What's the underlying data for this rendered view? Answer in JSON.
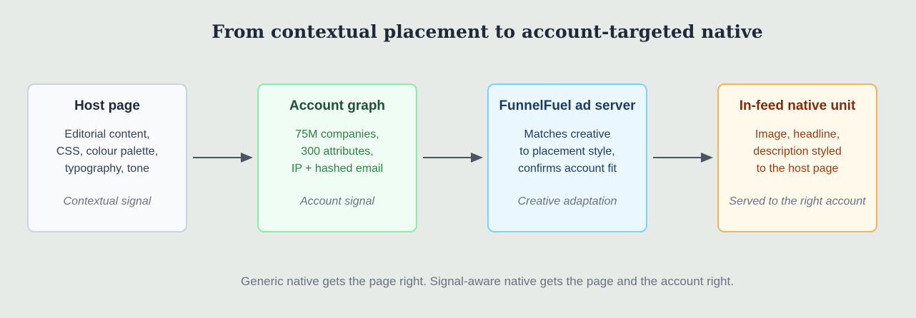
{
  "title": "From contextual placement to account-targeted native",
  "cards": [
    {
      "title": "Host page",
      "lines": [
        "Editorial content,",
        "CSS, colour palette,",
        "typography, tone"
      ],
      "tag": "Contextual signal"
    },
    {
      "title": "Account graph",
      "lines": [
        "75M companies,",
        "300 attributes,",
        "IP + hashed email"
      ],
      "tag": "Account signal"
    },
    {
      "title": "FunnelFuel ad server",
      "lines": [
        "Matches creative",
        "to placement style,",
        "confirms account fit"
      ],
      "tag": "Creative adaptation"
    },
    {
      "title": "In-feed native unit",
      "lines": [
        "Image, headline,",
        "description styled",
        "to the host page"
      ],
      "tag": "Served to the right account"
    }
  ],
  "footer": "Generic native gets the page right. Signal-aware native gets the page and the account right.",
  "colors": {
    "background": "#e6ebe8",
    "arrow": "#4b5563"
  }
}
